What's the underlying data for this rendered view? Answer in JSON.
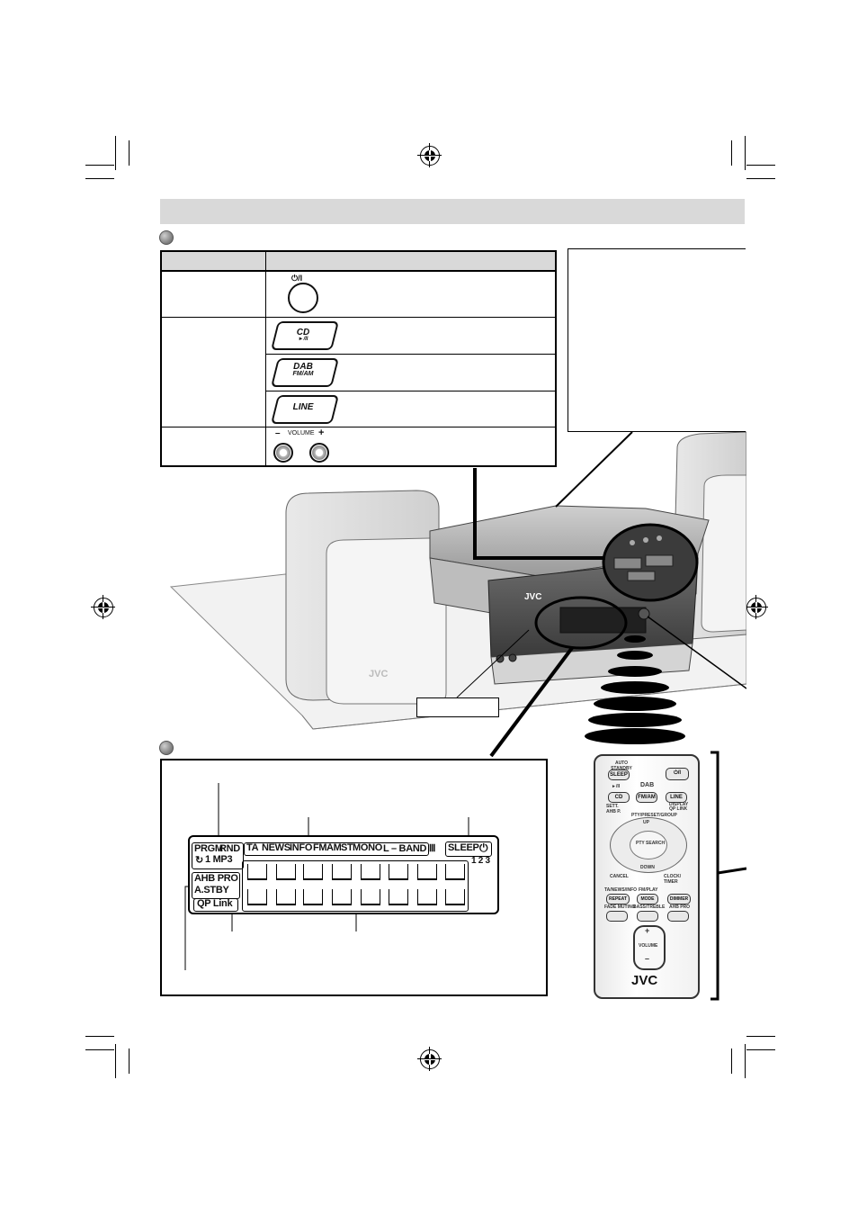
{
  "panel_table": {
    "power_key": "⏻/I",
    "cd_key": "CD",
    "cd_sub": "►/II",
    "dab_key": "DAB",
    "dab_sub": "FM/AM",
    "line_key": "LINE",
    "volume_label": "VOLUME",
    "volume_minus": "–",
    "volume_plus": "+"
  },
  "unit": {
    "brand": "JVC",
    "speaker_logo": "JVC"
  },
  "display": {
    "prgm": "PRGM",
    "rnd": "RND",
    "repeat": "1 MP3",
    "ta": "TA",
    "news": "NEWS",
    "info": "INFO",
    "fm": "FM",
    "am": "AM",
    "st": "ST",
    "mono": "MONO",
    "lband": "L – BAND Ⅲ",
    "sleep": "SLEEP",
    "timer_nums": "1 2 3",
    "ahb": "AHB PRO",
    "astby": "A.STBY",
    "qplink": "QP Link"
  },
  "remote": {
    "auto_standby": "AUTO STANDBY",
    "sleep": "SLEEP",
    "power": "⏻/I",
    "play": "►/II",
    "dab": "DAB",
    "cd": "CD",
    "fmam": "FM/AM",
    "line": "LINE",
    "display": "DISPLAY",
    "qplink": "QP LINK",
    "sett": "SETT. AHB P.",
    "pty": "PTY/PRESET/GROUP",
    "up": "UP",
    "down": "DOWN",
    "ptysearch": "PTY SEARCH",
    "cancel": "CANCEL",
    "clock": "CLOCK/ TIMER",
    "ta": "TA/NEWS/INFO",
    "repeat": "REPEAT",
    "fmplay": "FM/PLAY",
    "mode": "MODE",
    "dimmer": "DIMMER",
    "fade": "FADE MUTING",
    "bass": "BASS/TREBLE",
    "ahb": "AHB PRO",
    "volume": "VOLUME",
    "plus": "+",
    "minus": "–",
    "brand": "JVC"
  }
}
